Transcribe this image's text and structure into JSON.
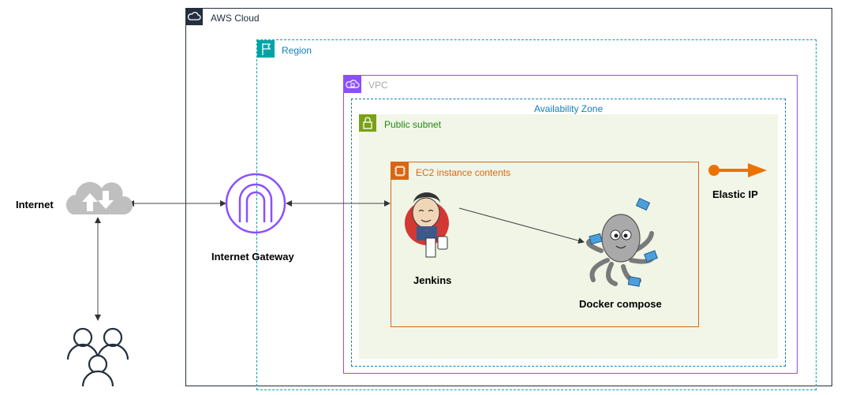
{
  "groups": {
    "aws_cloud": "AWS Cloud",
    "region": "Region",
    "vpc": "VPC",
    "availability_zone": "Availability Zone",
    "public_subnet": "Public subnet",
    "ec2": "EC2 instance contents"
  },
  "nodes": {
    "internet": "Internet",
    "internet_gateway": "Internet Gateway",
    "jenkins": "Jenkins",
    "docker_compose": "Docker compose",
    "elastic_ip": "Elastic IP",
    "users_icon": "users-icon"
  },
  "colors": {
    "aws_cloud": "#232f3e",
    "region": "#00a4a6",
    "vpc": "#8c4fff",
    "az": "#147eba",
    "subnet_fill": "#f2f6e8",
    "subnet_accent": "#7aa116",
    "ec2": "#d86613",
    "ec2_fill": "#f1f5e6",
    "igw": "#8c4fff",
    "elastic_ip": "#ed7100",
    "docker": "#4d9fdb"
  }
}
